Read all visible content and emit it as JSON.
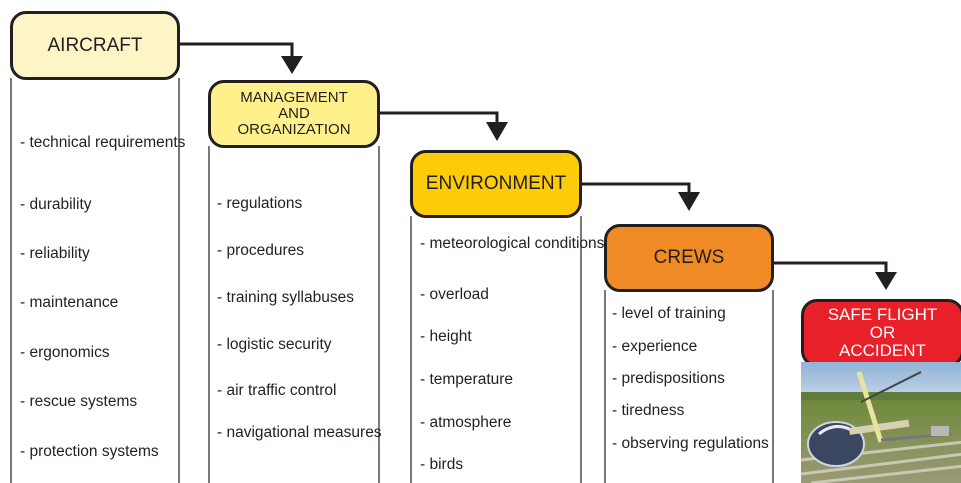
{
  "stages": {
    "aircraft": {
      "title": "AIRCRAFT",
      "color": "#fef5c7",
      "items": [
        "- technical\n  requirements",
        "- durability",
        "- reliability",
        "- maintenance",
        "- ergonomics",
        "- rescue systems",
        "- protection systems"
      ]
    },
    "management": {
      "title": "MANAGEMENT\nAND\nORGANIZATION",
      "color": "#fef08a",
      "items": [
        "- regulations",
        "- procedures",
        "- training syllabuses",
        "- logistic security",
        "- air traffic control",
        "- navigational\n  measures"
      ]
    },
    "environment": {
      "title": "ENVIRONMENT",
      "color": "#fccb0a",
      "items": [
        "- meteorological\n  conditions",
        "- overload",
        "- height",
        "- temperature",
        "- atmosphere",
        "- birds"
      ]
    },
    "crews": {
      "title": "CREWS",
      "color": "#f08a24",
      "items": [
        "- level of training",
        "- experience",
        "- predispositions",
        "- tiredness",
        "- observing\n  regulations"
      ]
    },
    "outcome": {
      "title": "SAFE FLIGHT\nOR\nACCIDENT",
      "color": "#e8202a",
      "text_color": "#ffffff",
      "image": "helicopter-crash-photo"
    }
  }
}
